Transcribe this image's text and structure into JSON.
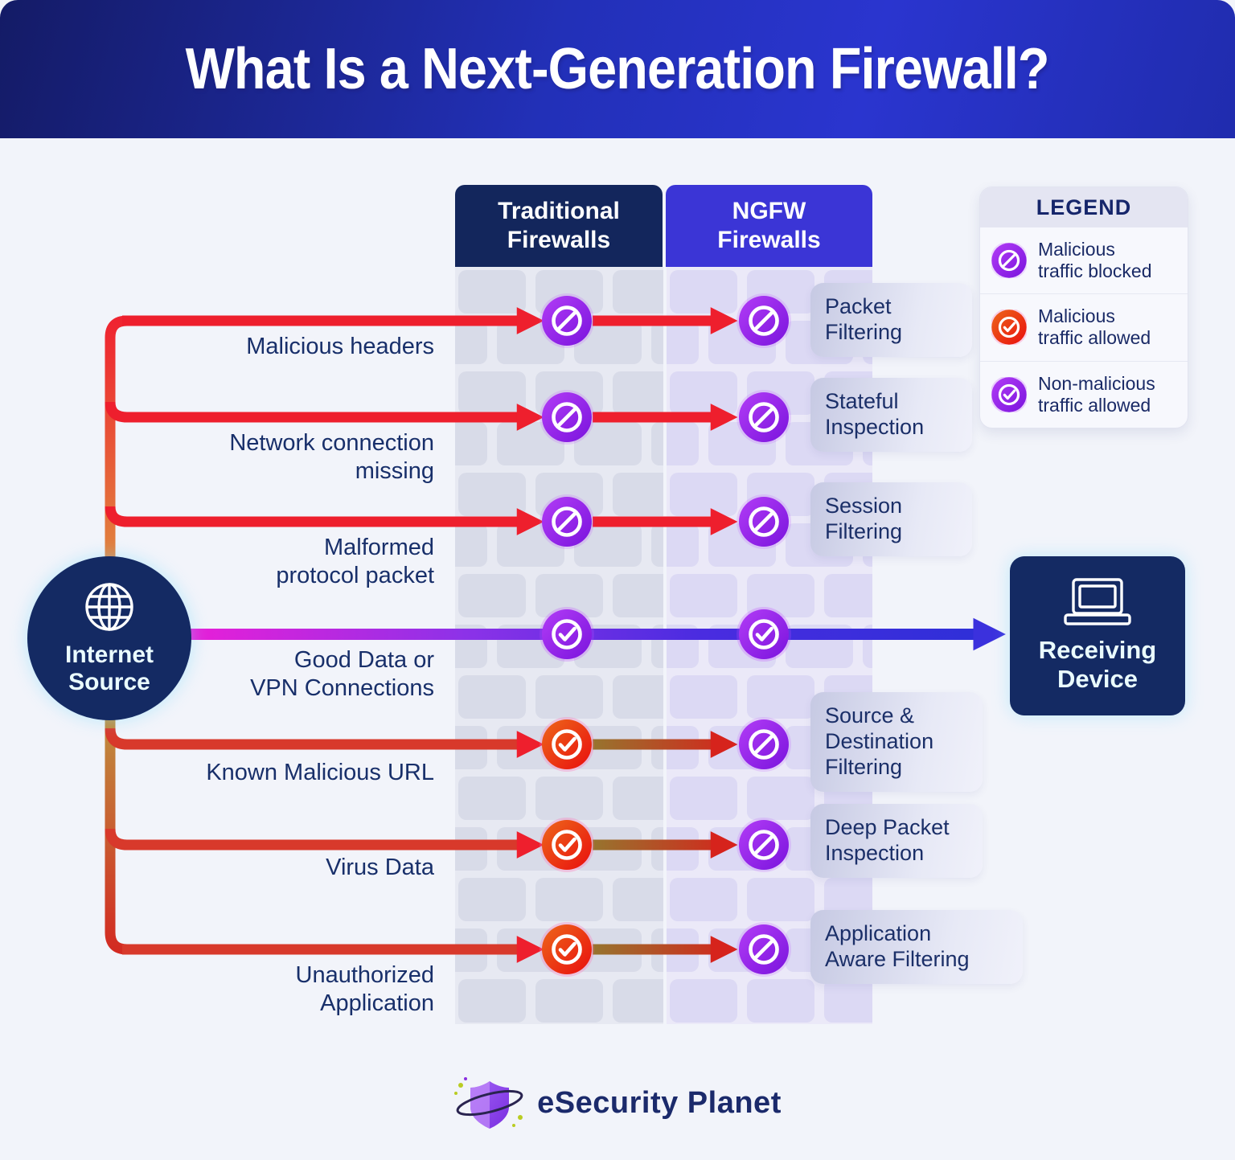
{
  "title": "What Is a Next-Generation Firewall?",
  "columns": {
    "traditional": "Traditional\nFirewalls",
    "ngfw": "NGFW\nFirewalls"
  },
  "legend": {
    "title": "LEGEND",
    "items": [
      {
        "icon": "blocked-icon",
        "label": "Malicious\ntraffic blocked"
      },
      {
        "icon": "malicious-allowed-icon",
        "label": "Malicious\ntraffic allowed"
      },
      {
        "icon": "non-malicious-allowed-icon",
        "label": "Non-malicious\ntraffic allowed"
      }
    ]
  },
  "source": {
    "label": "Internet\nSource",
    "icon": "globe-icon"
  },
  "destination": {
    "label": "Receiving\nDevice",
    "icon": "laptop-icon"
  },
  "rows": [
    {
      "traffic": "Malicious headers",
      "traditional_result": "blocked",
      "ngfw_result": "blocked",
      "technique": "Packet\nFiltering"
    },
    {
      "traffic": "Network connection\nmissing",
      "traditional_result": "blocked",
      "ngfw_result": "blocked",
      "technique": "Stateful\nInspection"
    },
    {
      "traffic": "Malformed\nprotocol packet",
      "traditional_result": "blocked",
      "ngfw_result": "blocked",
      "technique": "Session\nFiltering"
    },
    {
      "traffic": "Good Data or\nVPN Connections",
      "traditional_result": "allowed",
      "ngfw_result": "allowed",
      "technique": null,
      "passes_to": "Receiving Device"
    },
    {
      "traffic": "Known Malicious URL",
      "traditional_result": "allowed",
      "ngfw_result": "blocked",
      "technique": "Source &\nDestination\nFiltering"
    },
    {
      "traffic": "Virus Data",
      "traditional_result": "allowed",
      "ngfw_result": "blocked",
      "technique": "Deep Packet\nInspection"
    },
    {
      "traffic": "Unauthorized\nApplication",
      "traditional_result": "allowed",
      "ngfw_result": "blocked",
      "technique": "Application\nAware Filtering"
    }
  ],
  "footer": {
    "brand": "eSecurity Planet"
  },
  "colors": {
    "header_gradient_start": "#141b66",
    "header_gradient_end": "#2a35cf",
    "navy": "#13265c",
    "ngfw_blue": "#3b35d6",
    "blocked_purple": "#8f24e8",
    "allowed_red": "#ea1111",
    "line_red": "#ee1f2d",
    "line_blue": "#3b31dd",
    "good_traffic_magenta": "#e81fd8",
    "text_navy": "#1b2f68",
    "page_background": "#f2f4fa"
  }
}
